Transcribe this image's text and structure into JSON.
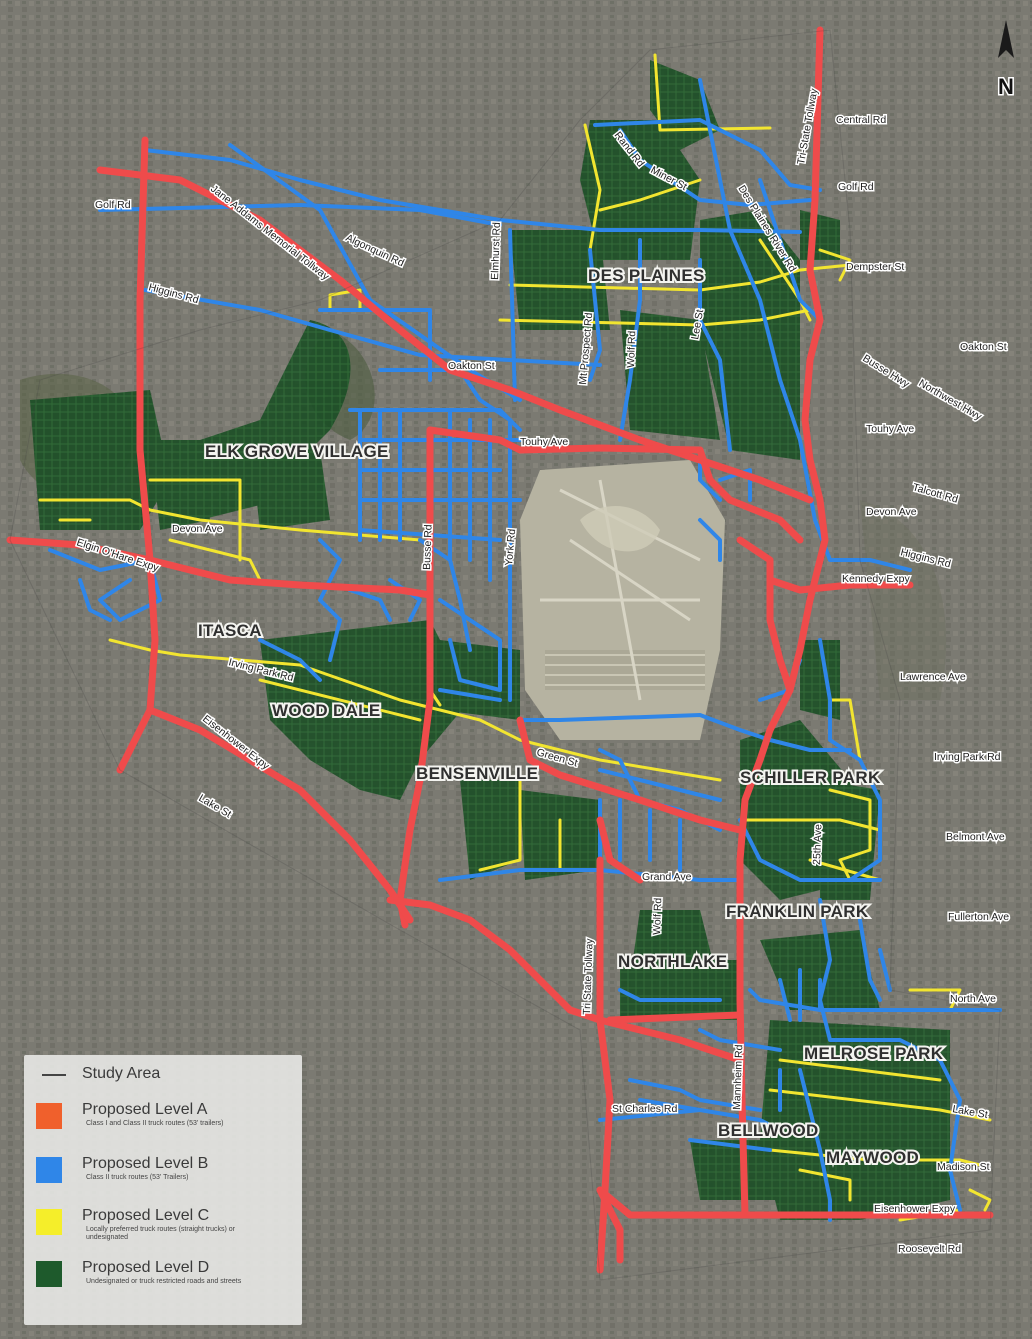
{
  "map": {
    "towns": [
      "ELK GROVE VILLAGE",
      "DES PLAINES",
      "ITASCA",
      "WOOD DALE",
      "BENSENVILLE",
      "SCHILLER PARK",
      "FRANKLIN PARK",
      "NORTHLAKE",
      "MELROSE PARK",
      "BELLWOOD",
      "MAYWOOD"
    ],
    "roads": [
      "Central Rd",
      "Golf Rd",
      "Golf Rd",
      "Tri-State Tollway",
      "Rand Rd",
      "Miner St",
      "Des Plaines River Rd",
      "Dempster St",
      "Jane Addams Memorial Tollway",
      "Algonquin Rd",
      "Higgins Rd",
      "Elmhurst Rd",
      "Mt Prospect Rd",
      "Wolf Rd",
      "Lee St",
      "Oakton St",
      "Oakton St",
      "Busse Hwy",
      "Northwest Hwy",
      "Touhy Ave",
      "Touhy Ave",
      "Talcott Rd",
      "Devon Ave",
      "Devon Ave",
      "Higgins Rd",
      "Kennedy Expy",
      "Elgin O'Hare Expy",
      "Busse Rd",
      "York Rd",
      "Irving Park Rd",
      "Lawrence Ave",
      "Eisenhower Expy",
      "Lake St",
      "Green St",
      "Irving Park Rd",
      "Belmont Ave",
      "25th Ave",
      "Grand Ave",
      "Wolf Rd",
      "Fullerton Ave",
      "Tri State Tollway",
      "Mannheim Rd",
      "North Ave",
      "St Charles Rd",
      "Lake St",
      "Madison St",
      "Eisenhower Expy",
      "Roosevelt Rd"
    ],
    "north_label": "N",
    "colors": {
      "level_a": "#ef4b4b",
      "level_b": "#2f86e8",
      "level_c": "#f2e530",
      "level_d": "#1f5a2a",
      "study_area": "#444444"
    }
  },
  "legend": {
    "study_area": "Study Area",
    "items": [
      {
        "label": "Proposed Level A",
        "desc": "Class I and Class II truck routes (53' trailers)",
        "color": "#f0602c"
      },
      {
        "label": "Proposed Level B",
        "desc": "Class II truck routes (53' Trailers)",
        "color": "#2f86e8"
      },
      {
        "label": "Proposed Level C",
        "desc": "Locally preferred truck routes (straight trucks) or undesignated",
        "color": "#f5ee2a"
      },
      {
        "label": "Proposed Level D",
        "desc": "Undesignated or truck restricted roads and streets",
        "color": "#1e5a2c"
      }
    ]
  }
}
